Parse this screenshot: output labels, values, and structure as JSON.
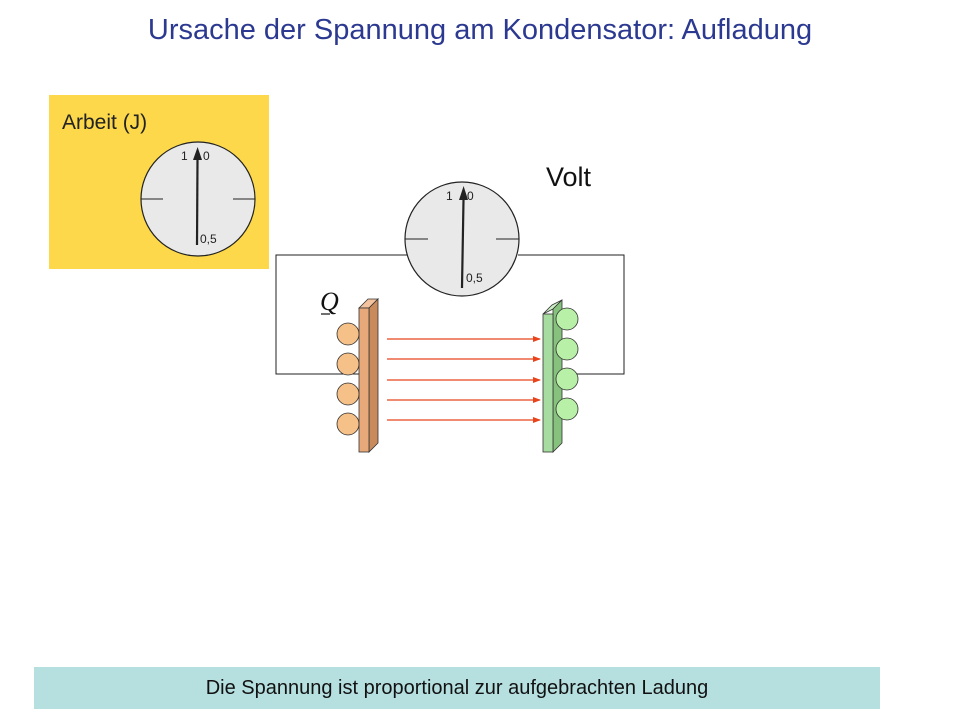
{
  "title": "Ursache der Spannung am Kondensator: Aufladung",
  "work_meter": {
    "label": "Arbeit (J)",
    "scale_top_left": "1",
    "scale_top_right": "0",
    "scale_bottom": "0,5"
  },
  "volt_meter": {
    "label": "Volt",
    "scale_top_left": "1",
    "scale_top_right": "0",
    "scale_bottom": "0,5"
  },
  "charge_symbol": "Q",
  "caption": "Die Spannung ist proportional zur aufgebrachten Ladung",
  "colors": {
    "title": "#2b3990",
    "work_box": "#fcd84a",
    "caption_banner": "#b6dfe0",
    "left_plate": "#e8a97a",
    "left_charges": "#f6c089",
    "right_plate": "#a7dca0",
    "right_charges": "#b8f0a8",
    "field_arrows": "#e8431a",
    "gauge_face": "#e9e9e9"
  },
  "field_arrow_count": 5
}
